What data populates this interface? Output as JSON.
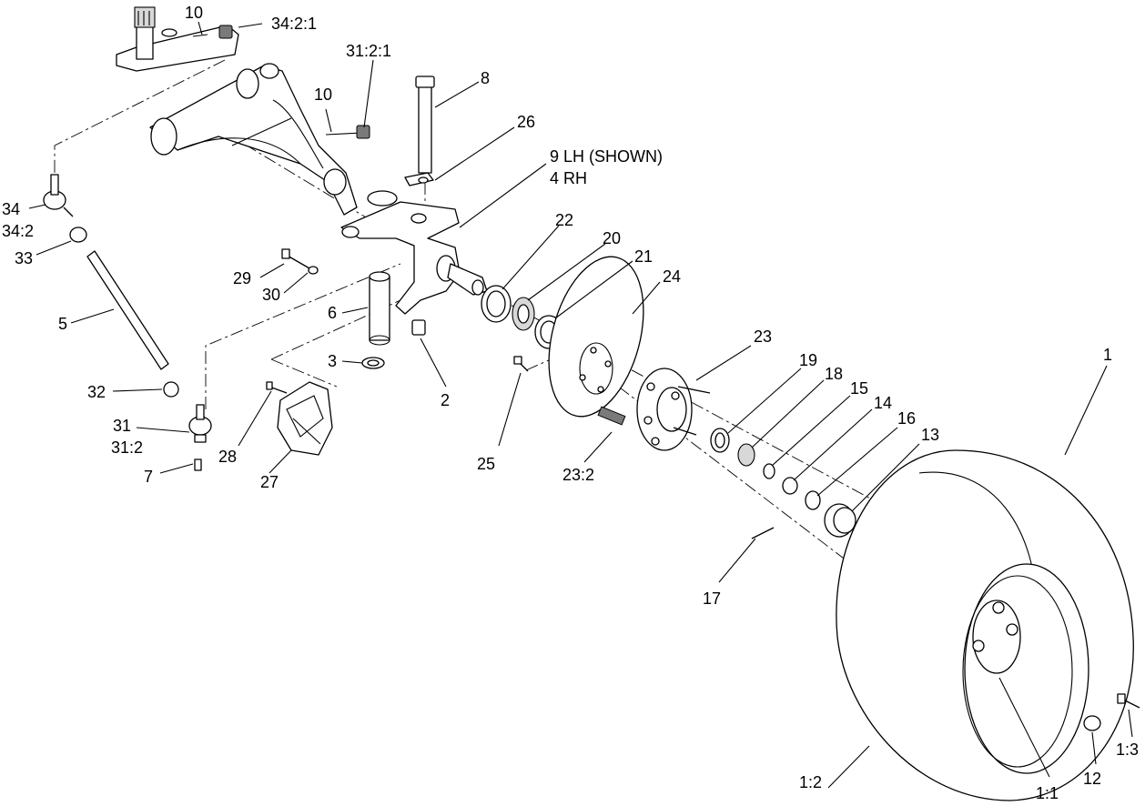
{
  "labels": {
    "l10a": "10",
    "l34_2_1": "34:2:1",
    "l31_2_1": "31:2:1",
    "l10b": "10",
    "l8": "8",
    "l26": "26",
    "l9": "9 LH (SHOWN)",
    "l4": "4 RH",
    "l34": "34",
    "l34_2": "34:2",
    "l33": "33",
    "l29": "29",
    "l30": "30",
    "l5": "5",
    "l6": "6",
    "l3": "3",
    "l22": "22",
    "l20": "20",
    "l21": "21",
    "l24": "24",
    "l2": "2",
    "l32": "32",
    "l31": "31",
    "l31_2": "31:2",
    "l7": "7",
    "l28": "28",
    "l27": "27",
    "l25": "25",
    "l23": "23",
    "l23_2": "23:2",
    "l19": "19",
    "l18": "18",
    "l15": "15",
    "l14": "14",
    "l16": "16",
    "l13": "13",
    "l17": "17",
    "l1": "1",
    "l1_2": "1:2",
    "l1_1": "1:1",
    "l12": "12",
    "l1_3": "1:3"
  }
}
